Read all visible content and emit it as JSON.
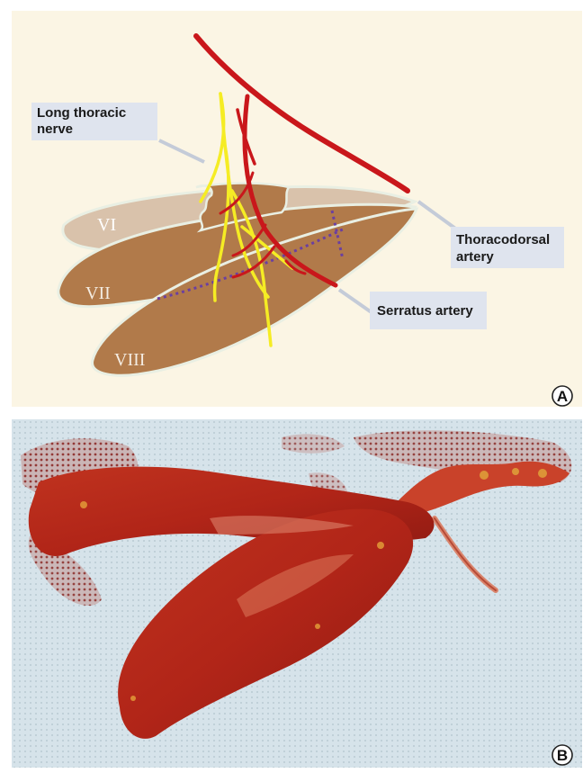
{
  "panel_a": {
    "callouts": {
      "long_thoracic_nerve": [
        "Long thoracic",
        "nerve"
      ],
      "thoracodorsal_artery": [
        "Thoracodorsal",
        "artery"
      ],
      "serratus_artery": [
        "Serratus artery"
      ]
    },
    "rib_labels": {
      "vi": "VI",
      "vii": "VII",
      "viii": "VIII"
    },
    "badge": "A",
    "colors": {
      "background": "#fbf5e4",
      "muscle": "#b17a4a",
      "muscle_light": "#d9c2ab",
      "artery": "#c9171b",
      "nerve": "#f5ec24",
      "dotted_line": "#6b3fa0"
    }
  },
  "panel_b": {
    "badge": "B",
    "colors": {
      "drape": "#cfdde4",
      "flap": "#b5271a",
      "blood": "#8e2a26"
    }
  }
}
